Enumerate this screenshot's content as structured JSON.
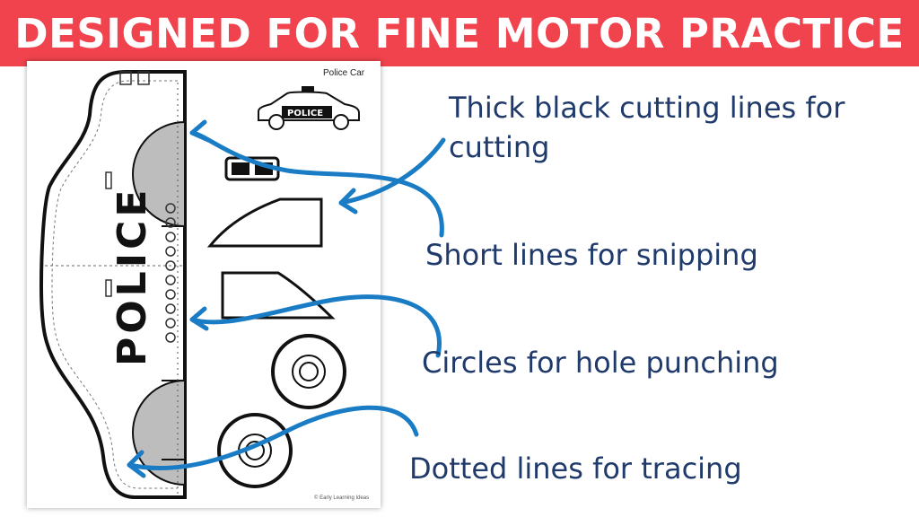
{
  "banner": {
    "title": "DESIGNED FOR FINE MOTOR PRACTICE"
  },
  "worksheet": {
    "title": "Police Car",
    "car_text": "POLICE",
    "copyright": "© Early Learning Ideas"
  },
  "callouts": {
    "cutting_line1": "Thick black cutting lines for",
    "cutting_line2": "cutting",
    "snipping": "Short lines for snipping",
    "punching": "Circles for hole punching",
    "tracing": "Dotted lines for tracing"
  },
  "colors": {
    "banner": "#f0434d",
    "callout_text": "#1f3a6b",
    "arrow": "#1a7cc4"
  }
}
